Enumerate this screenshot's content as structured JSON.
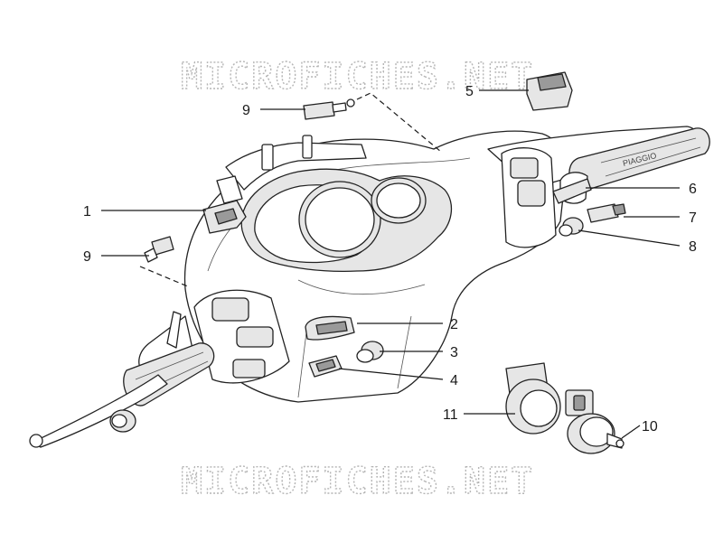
{
  "watermark": "MICROFICHES.NET",
  "callouts": [
    {
      "id": "1",
      "label": "1"
    },
    {
      "id": "2",
      "label": "2"
    },
    {
      "id": "3",
      "label": "3"
    },
    {
      "id": "4",
      "label": "4"
    },
    {
      "id": "5",
      "label": "5"
    },
    {
      "id": "6",
      "label": "6"
    },
    {
      "id": "7",
      "label": "7"
    },
    {
      "id": "8",
      "label": "8"
    },
    {
      "id": "9a",
      "label": "9"
    },
    {
      "id": "9b",
      "label": "9"
    },
    {
      "id": "10",
      "label": "10"
    },
    {
      "id": "11",
      "label": "11"
    }
  ],
  "grip_brand": "PIAGGIO"
}
